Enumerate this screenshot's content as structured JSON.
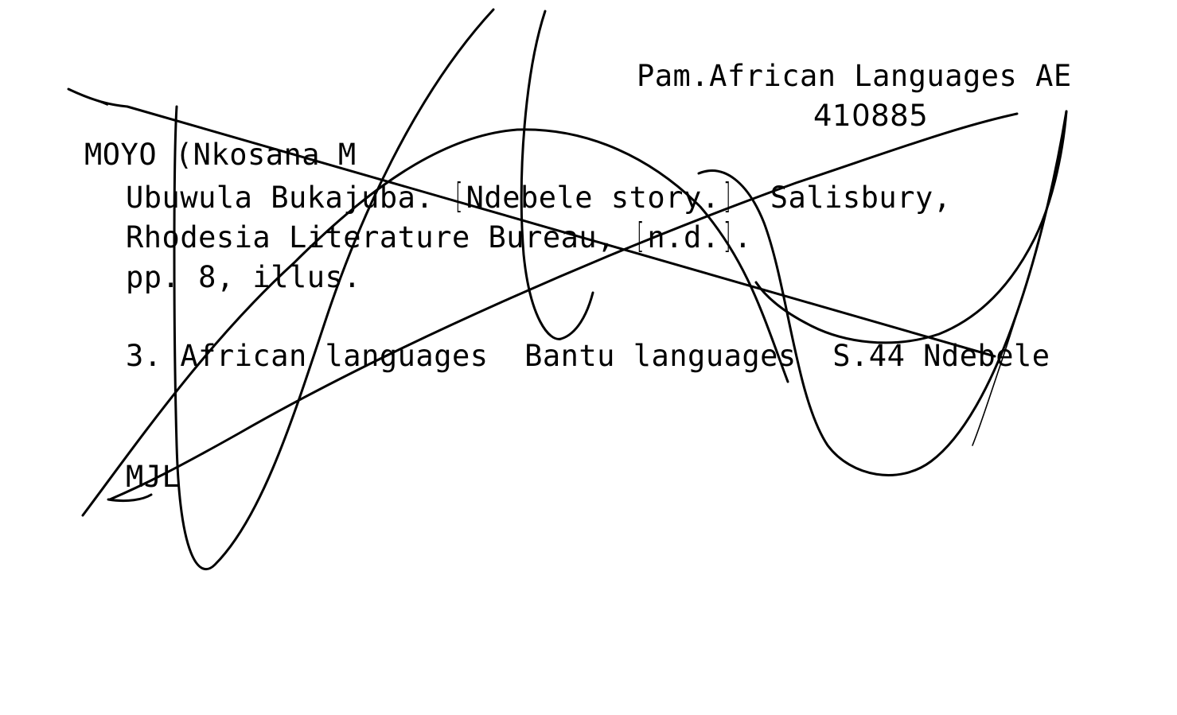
{
  "card": {
    "call_number": "Pam.African Languages AE",
    "accession_number": "410885",
    "author": "MOYO (Nkosana M",
    "title_start": "Ubuwula Bukajuba. ",
    "title_note": "Ndebele story.",
    "title_end": "  Salisbury,",
    "publisher_start": "Rhodesia Literature Bureau, ",
    "publisher_date": "n.d.",
    "publisher_end": ".",
    "pagination": "pp. 8, illus.",
    "subjects": "3. African languages  Bantu languages  S.44 Ndebele",
    "initials": "MJL"
  }
}
